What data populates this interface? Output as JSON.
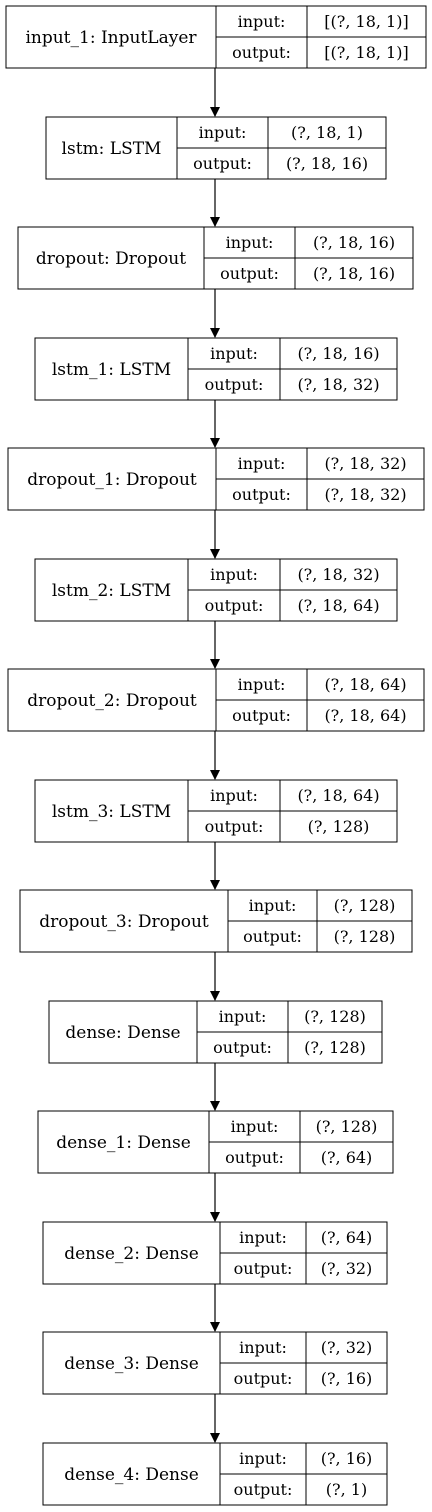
{
  "diagram": {
    "nodes": [
      {
        "id": "input_1",
        "name": "input_1: InputLayer",
        "input_label": "input:",
        "output_label": "output:",
        "input": "[(?, 18, 1)]",
        "output": "[(?, 18, 1)]"
      },
      {
        "id": "lstm",
        "name": "lstm: LSTM",
        "input_label": "input:",
        "output_label": "output:",
        "input": "(?, 18, 1)",
        "output": "(?, 18, 16)"
      },
      {
        "id": "dropout",
        "name": "dropout: Dropout",
        "input_label": "input:",
        "output_label": "output:",
        "input": "(?, 18, 16)",
        "output": "(?, 18, 16)"
      },
      {
        "id": "lstm_1",
        "name": "lstm_1: LSTM",
        "input_label": "input:",
        "output_label": "output:",
        "input": "(?, 18, 16)",
        "output": "(?, 18, 32)"
      },
      {
        "id": "dropout_1",
        "name": "dropout_1: Dropout",
        "input_label": "input:",
        "output_label": "output:",
        "input": "(?, 18, 32)",
        "output": "(?, 18, 32)"
      },
      {
        "id": "lstm_2",
        "name": "lstm_2: LSTM",
        "input_label": "input:",
        "output_label": "output:",
        "input": "(?, 18, 32)",
        "output": "(?, 18, 64)"
      },
      {
        "id": "dropout_2",
        "name": "dropout_2: Dropout",
        "input_label": "input:",
        "output_label": "output:",
        "input": "(?, 18, 64)",
        "output": "(?, 18, 64)"
      },
      {
        "id": "lstm_3",
        "name": "lstm_3: LSTM",
        "input_label": "input:",
        "output_label": "output:",
        "input": "(?, 18, 64)",
        "output": "(?, 128)"
      },
      {
        "id": "dropout_3",
        "name": "dropout_3: Dropout",
        "input_label": "input:",
        "output_label": "output:",
        "input": "(?, 128)",
        "output": "(?, 128)"
      },
      {
        "id": "dense",
        "name": "dense: Dense",
        "input_label": "input:",
        "output_label": "output:",
        "input": "(?, 128)",
        "output": "(?, 128)"
      },
      {
        "id": "dense_1",
        "name": "dense_1: Dense",
        "input_label": "input:",
        "output_label": "output:",
        "input": "(?, 128)",
        "output": "(?, 64)"
      },
      {
        "id": "dense_2",
        "name": "dense_2: Dense",
        "input_label": "input:",
        "output_label": "output:",
        "input": "(?, 64)",
        "output": "(?, 32)"
      },
      {
        "id": "dense_3",
        "name": "dense_3: Dense",
        "input_label": "input:",
        "output_label": "output:",
        "input": "(?, 32)",
        "output": "(?, 16)"
      },
      {
        "id": "dense_4",
        "name": "dense_4: Dense",
        "input_label": "input:",
        "output_label": "output:",
        "input": "(?, 16)",
        "output": "(?, 1)"
      }
    ],
    "edges": [
      [
        "input_1",
        "lstm"
      ],
      [
        "lstm",
        "dropout"
      ],
      [
        "dropout",
        "lstm_1"
      ],
      [
        "lstm_1",
        "dropout_1"
      ],
      [
        "dropout_1",
        "lstm_2"
      ],
      [
        "lstm_2",
        "dropout_2"
      ],
      [
        "dropout_2",
        "lstm_3"
      ],
      [
        "lstm_3",
        "dropout_3"
      ],
      [
        "dropout_3",
        "dense"
      ],
      [
        "dense",
        "dense_1"
      ],
      [
        "dense_1",
        "dense_2"
      ],
      [
        "dense_2",
        "dense_3"
      ],
      [
        "dense_3",
        "dense_4"
      ]
    ]
  }
}
